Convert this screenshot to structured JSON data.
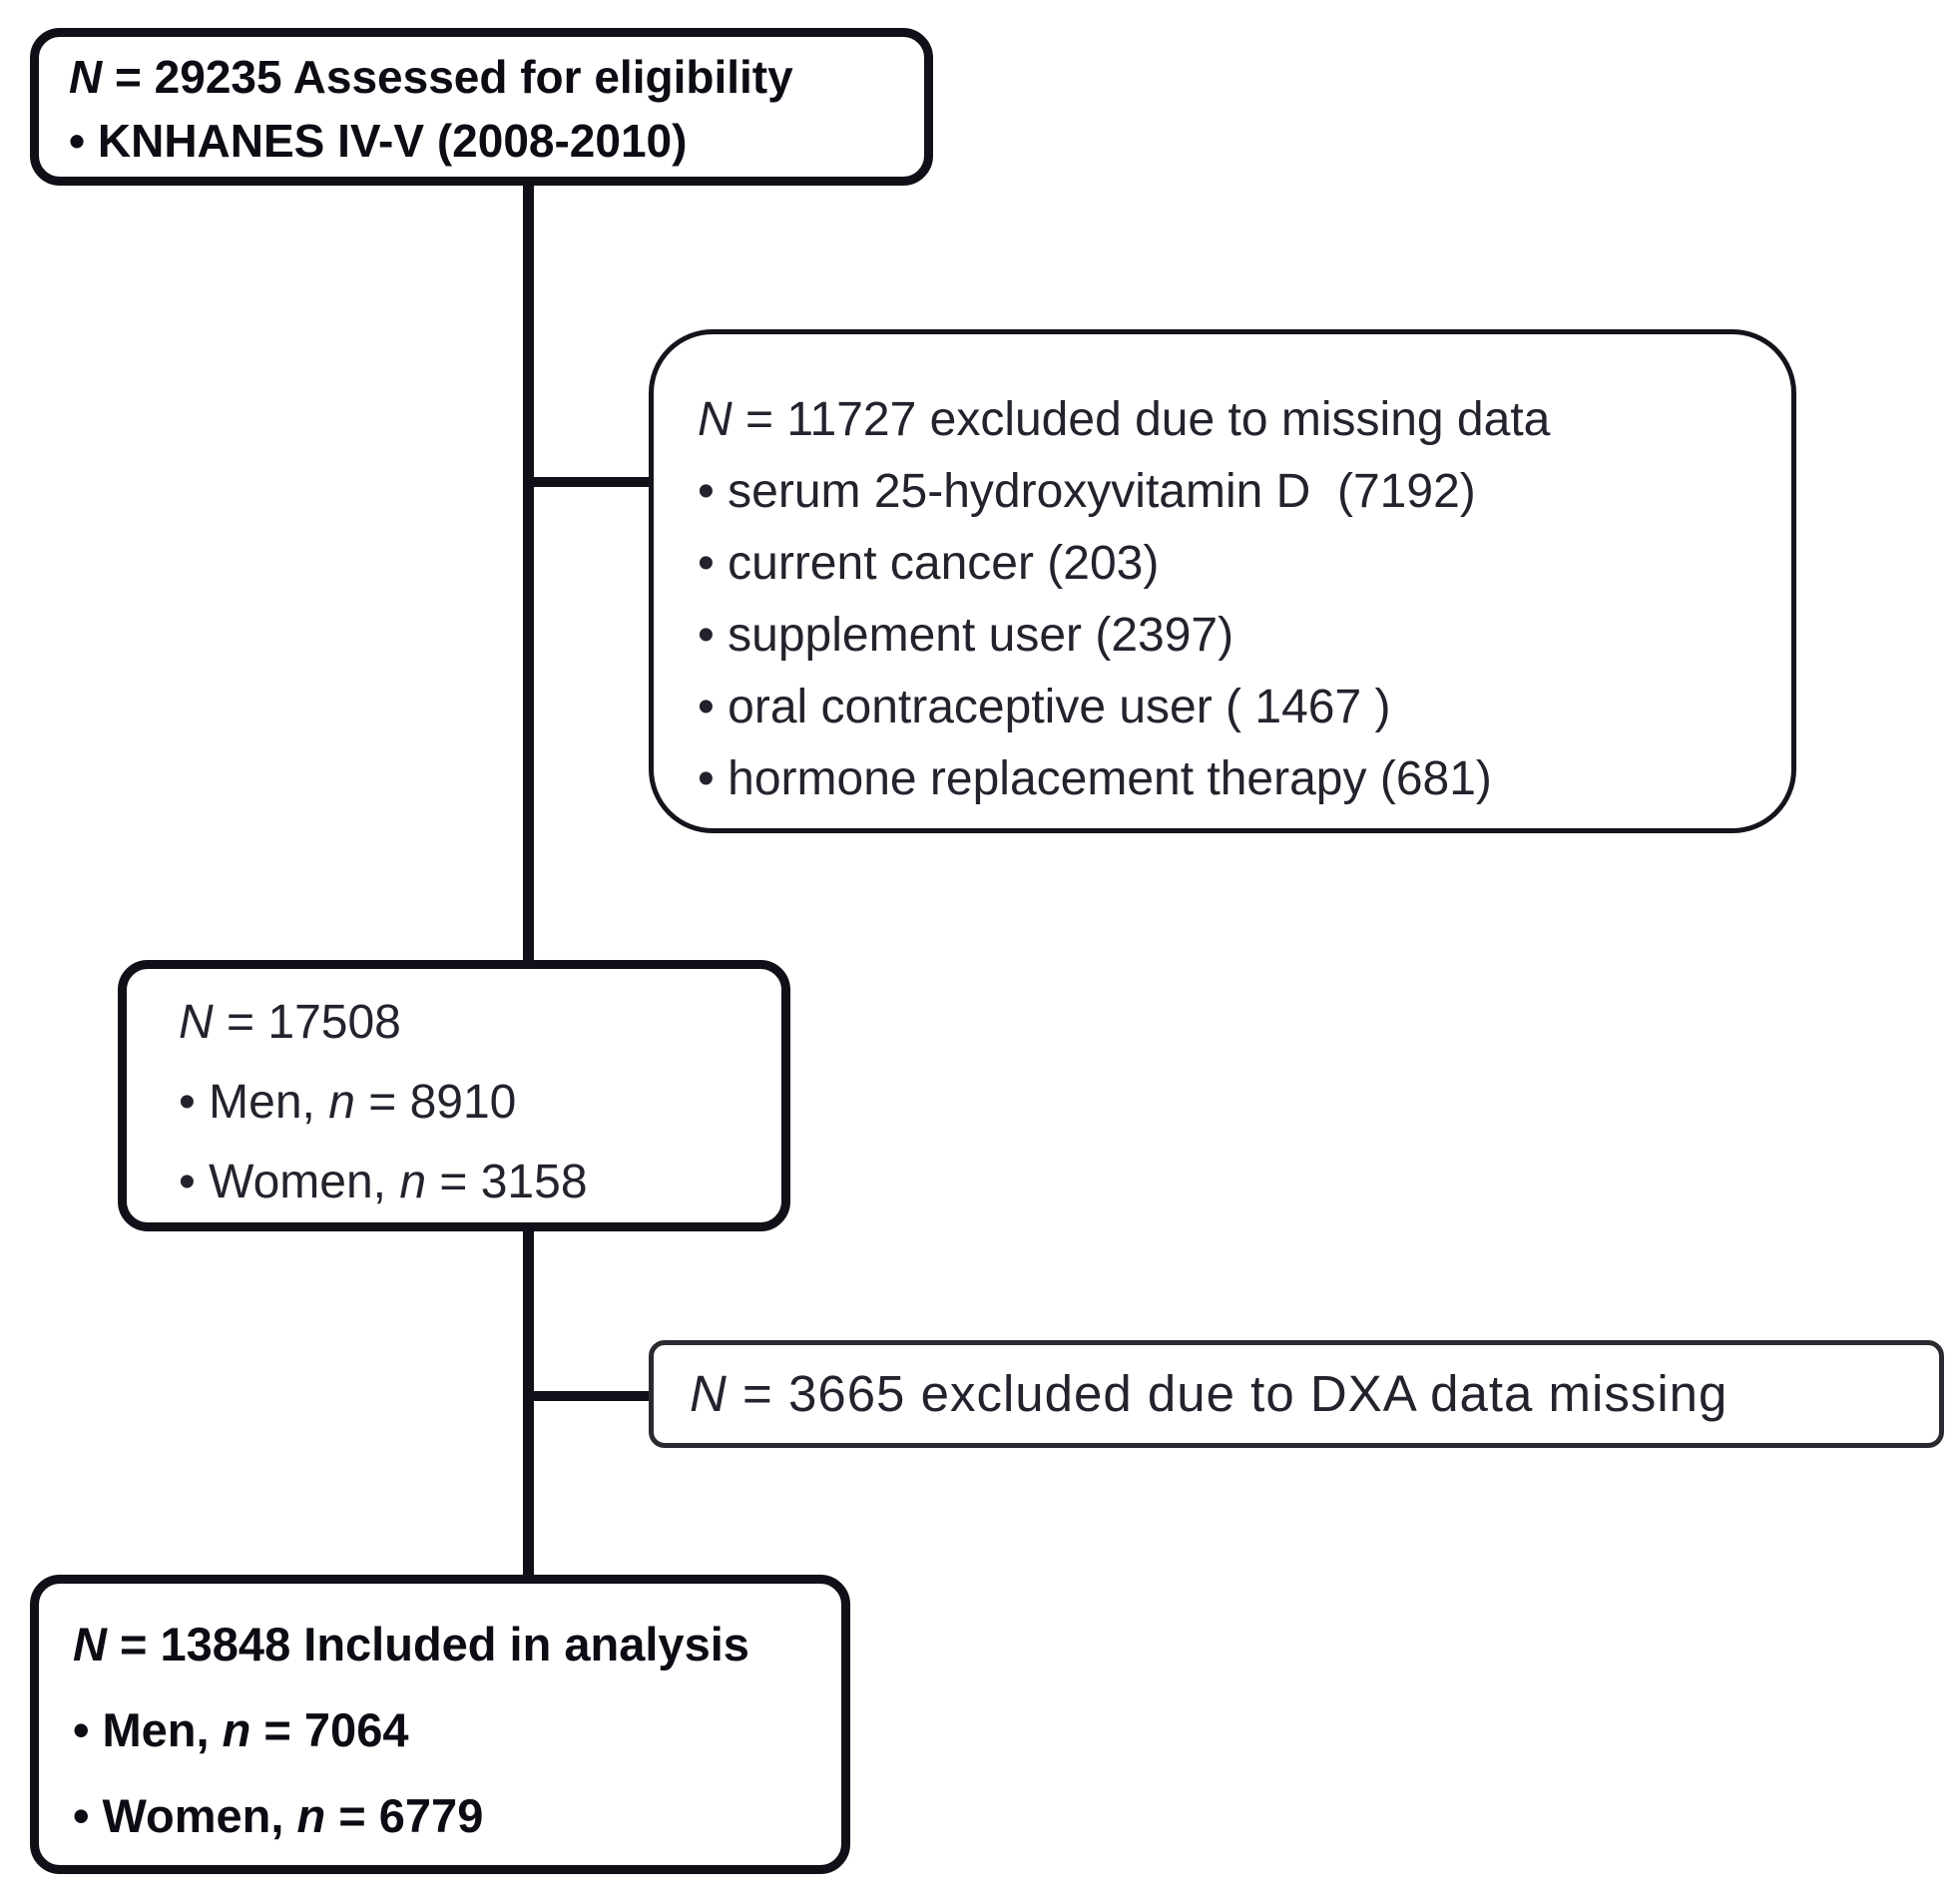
{
  "figure_type": "study-flow-diagram",
  "colors": {
    "ink": "#101018",
    "text": "#23232e",
    "bold-text": "#0c0c14",
    "excl-border": "#14141c",
    "dxa-border": "#2a2a30",
    "bg": "#ffffff"
  },
  "boxes": {
    "assessed": {
      "lines": [
        "N = 29235 Assessed for eligibility",
        "• KNHANES IV-V (2008-2010)"
      ]
    },
    "excluded_missing": {
      "lines": [
        "N = 11727 excluded due to missing data",
        "• serum 25-hydroxyvitamin D  (7192)",
        "• current cancer (203)",
        "• supplement user (2397)",
        "• oral contraceptive user ( 1467 )",
        "• hormone replacement therapy (681)"
      ]
    },
    "cohort": {
      "lines": [
        "N = 17508",
        "• Men, n = 8910",
        "• Women, n = 3158"
      ]
    },
    "excluded_dxa": {
      "lines": [
        "N = 3665 excluded due to DXA data missing"
      ]
    },
    "included": {
      "lines": [
        "N = 13848 Included in analysis",
        "• Men, n = 7064",
        "• Women, n = 6779"
      ]
    }
  }
}
